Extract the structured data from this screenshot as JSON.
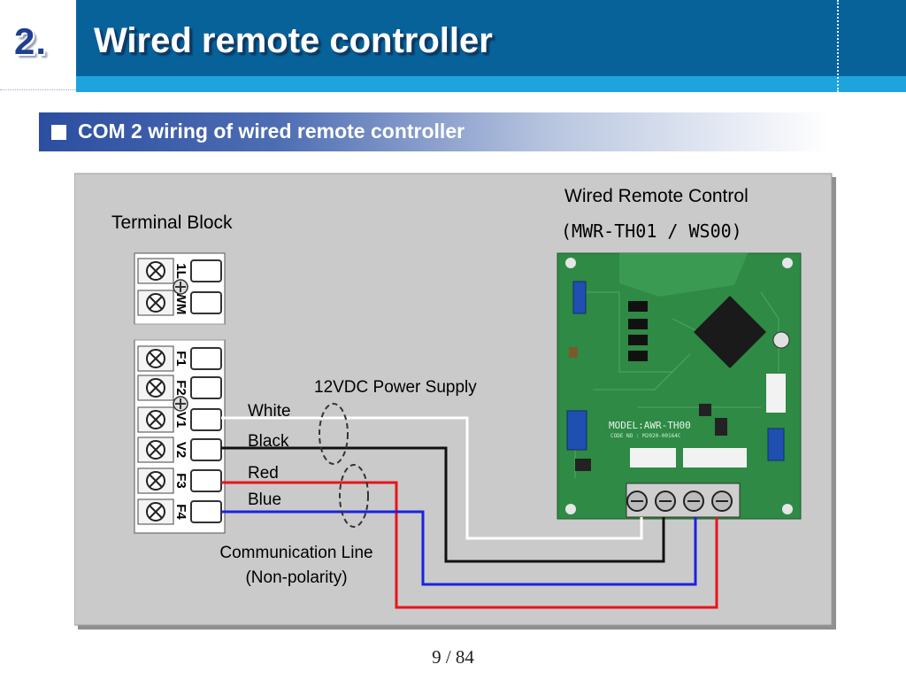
{
  "header": {
    "number": "2.",
    "title": "Wired remote controller"
  },
  "section": {
    "title": "COM 2 wiring of wired remote controller"
  },
  "diagram": {
    "terminal_block_label": "Terminal Block",
    "terminal_labels": [
      "1L",
      "WM",
      "F1",
      "F2",
      "V1",
      "V2",
      "F3",
      "F4"
    ],
    "remote_title": "Wired Remote Control",
    "remote_model": "(MWR-TH01 / WS00)",
    "pcb_model_text": "MODEL:AWR-TH00",
    "pcb_code_text": "CODE NO : M2020-00164C",
    "power_supply_label": "12VDC Power Supply",
    "comm_line_label": "Communication Line",
    "comm_line_sub": "(Non-polarity)",
    "wires": [
      {
        "label": "White",
        "color": "#ffffff"
      },
      {
        "label": "Black",
        "color": "#111111"
      },
      {
        "label": "Red",
        "color": "#e8141c"
      },
      {
        "label": "Blue",
        "color": "#1a22e0"
      }
    ],
    "colors": {
      "panel": "#cacaca",
      "pcb": "#2e8a44"
    }
  },
  "footer": {
    "page": "9 / 84"
  }
}
